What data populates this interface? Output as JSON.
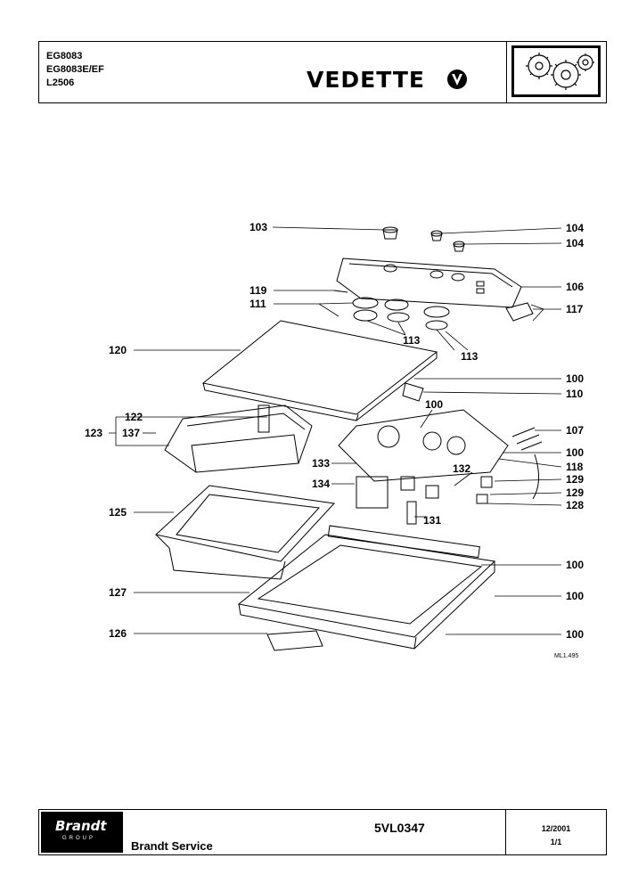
{
  "header": {
    "models": [
      "EG8083",
      "EG8083E/EF",
      "L2506"
    ],
    "brand": "VEDETTE"
  },
  "footer": {
    "company_logo": "Brandt",
    "company_logo_sub": "GROUP",
    "service": "Brandt Service",
    "reference": "5VL0347",
    "date": "12/2001",
    "page": "1/1"
  },
  "diagram": {
    "code": "ML1.495",
    "labels": [
      "103",
      "104",
      "104",
      "106",
      "119",
      "111",
      "117",
      "113",
      "113",
      "120",
      "100",
      "110",
      "100",
      "107",
      "122",
      "123",
      "137",
      "100",
      "118",
      "133",
      "132",
      "129",
      "134",
      "129",
      "128",
      "131",
      "125",
      "100",
      "127",
      "100",
      "126",
      "100"
    ]
  }
}
